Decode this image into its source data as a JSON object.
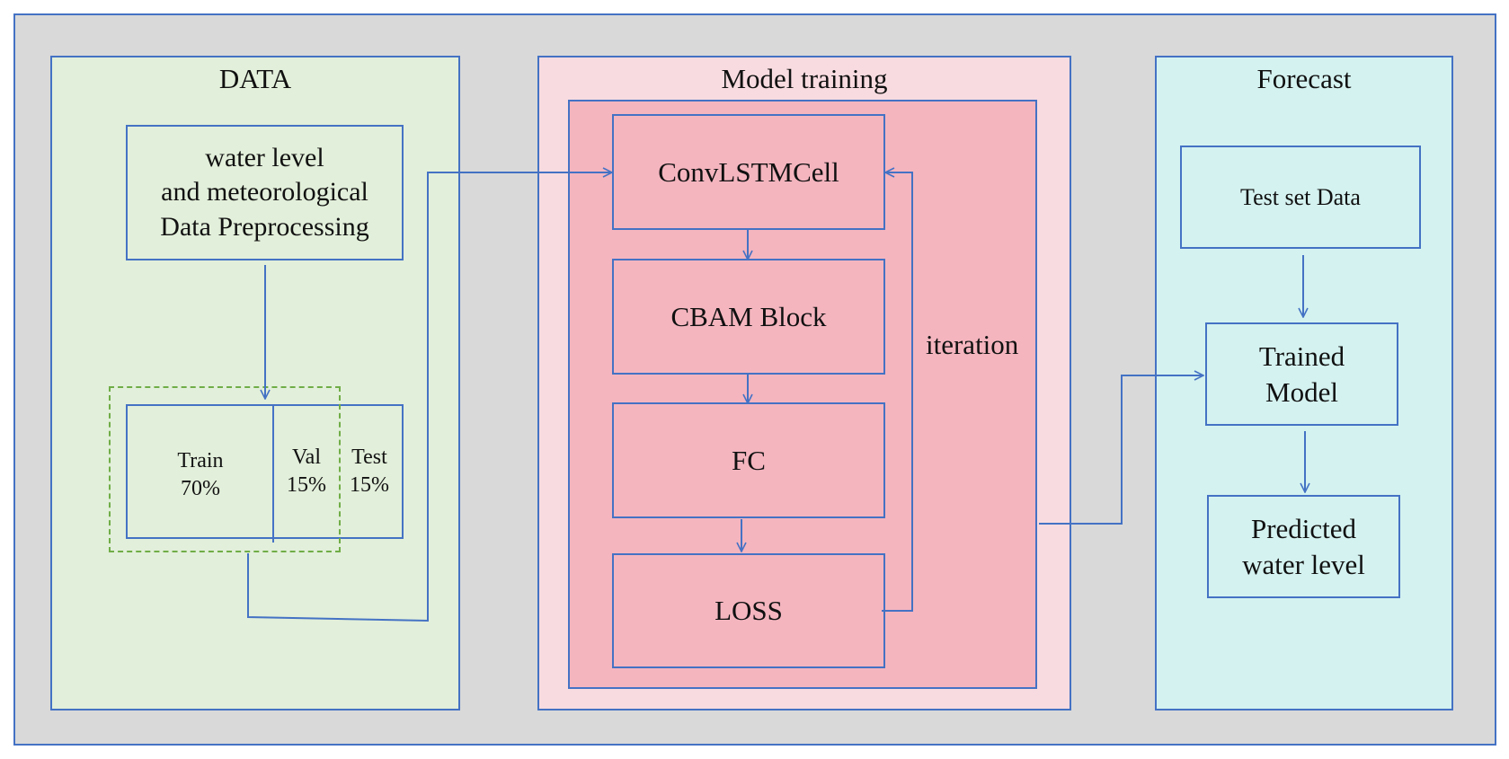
{
  "panels": {
    "data": {
      "title": "DATA"
    },
    "training": {
      "title": "Model training"
    },
    "forecast": {
      "title": "Forecast"
    }
  },
  "data_panel": {
    "preprocessing": "water level\nand meteorological\nData Preprocessing",
    "split": {
      "train": "Train\n70%",
      "val": "Val\n15%",
      "test": "Test\n15%"
    }
  },
  "training_panel": {
    "blocks": [
      "ConvLSTMCell",
      "CBAM Block",
      "FC",
      "LOSS"
    ],
    "loop_label": "iteration"
  },
  "forecast_panel": {
    "test_set": "Test set Data",
    "trained_model": "Trained\nModel",
    "prediction": "Predicted\nwater level"
  },
  "colors": {
    "border": "#4472c4",
    "background": "#d9d9d9",
    "data_fill": "#e2efda",
    "training_fill": "#f8dbe0",
    "training_inner_fill": "#f4b5bf",
    "forecast_fill": "#d4f2f0",
    "dashed_selection": "#70ad47"
  }
}
